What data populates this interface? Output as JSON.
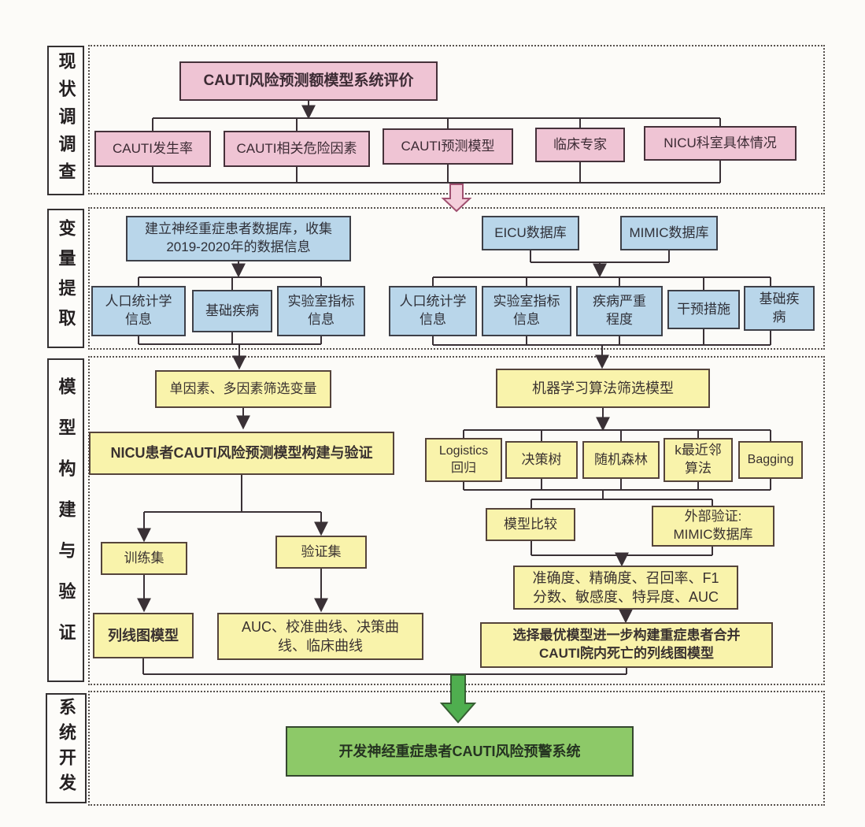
{
  "sections": {
    "survey": {
      "label": "现状调调查",
      "root": "CAUTI风险预测额模型系统评价",
      "children": [
        "CAUTI发生率",
        "CAUTI相关危险因素",
        "CAUTI预测模型",
        "临床专家",
        "NICU科室具体情况"
      ]
    },
    "extraction": {
      "label": "变量提取",
      "left": {
        "root": "建立神经重症患者数据库，收集\n2019-2020年的数据信息",
        "children": [
          "人口统计学\n信息",
          "基础疾病",
          "实验室指标\n信息"
        ]
      },
      "right": {
        "sources": [
          "EICU数据库",
          "MIMIC数据库"
        ],
        "children": [
          "人口统计学\n信息",
          "实验室指标\n信息",
          "疾病严重\n程度",
          "干预措施",
          "基础疾\n病"
        ]
      }
    },
    "modeling": {
      "label": "模型构建与验证",
      "left": {
        "screen": "单因素、多因素筛选变量",
        "build": "NICU患者CAUTI风险预测模型构建与验证",
        "train": "训练集",
        "validate": "验证集",
        "nomogram": "列线图模型",
        "evaluation": "AUC、校准曲线、决策曲\n线、临床曲线"
      },
      "right": {
        "screen": "机器学习算法筛选模型",
        "algorithms": [
          "Logistics\n回归",
          "决策树",
          "随机森林",
          "k最近邻\n算法",
          "Bagging"
        ],
        "compare": "模型比较",
        "external": "外部验证:\nMIMIC数据库",
        "metrics": "准确度、精确度、召回率、F1\n分数、敏感度、特异度、AUC",
        "final": "选择最优模型进一步构建重症患者合并\nCAUTI院内死亡的列线图模型"
      }
    },
    "development": {
      "label": "系统开发",
      "box": "开发神经重症患者CAUTI风险预警系统"
    }
  },
  "colors": {
    "pink_fill": "#efc4d4",
    "blue_fill": "#b9d6ea",
    "yellow_fill": "#f9f3ab",
    "green_fill": "#8dc968",
    "line": "#3a3136",
    "pink_arrow_fill": "#f4cedb",
    "pink_arrow_stroke": "#a05070",
    "green_arrow_fill": "#4fae4f",
    "green_arrow_stroke": "#375f33"
  }
}
